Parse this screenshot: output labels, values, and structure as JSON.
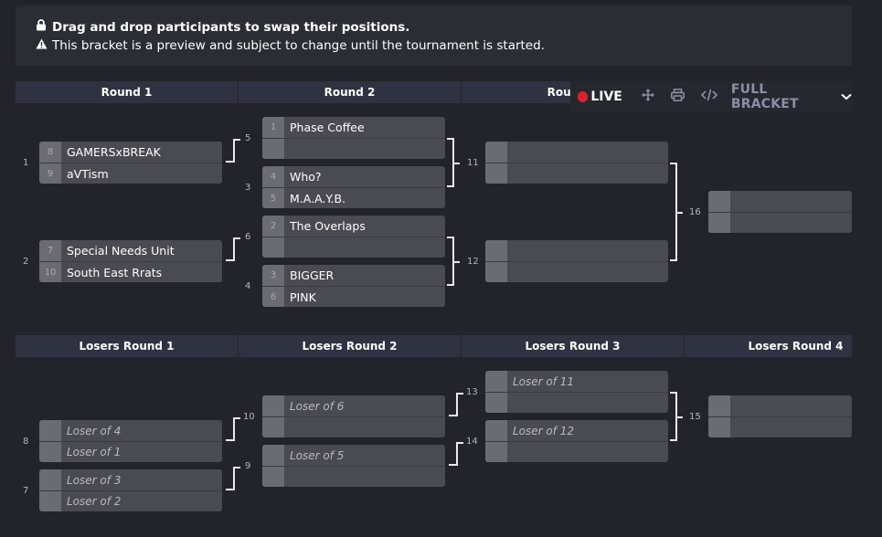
{
  "notice": {
    "line1": "Drag and drop participants to swap their positions.",
    "line2": "This bracket is a preview and subject to change until the tournament is started."
  },
  "headers": {
    "winners": [
      "Round 1",
      "Round 2",
      "Round 3"
    ],
    "losers": [
      "Losers Round 1",
      "Losers Round 2",
      "Losers Round 3",
      "Losers Round 4"
    ]
  },
  "toolbar": {
    "live": "LIVE",
    "full_bracket": "FULL BRACKET"
  },
  "matches": {
    "m1": {
      "num": "1",
      "slots": [
        {
          "seed": "8",
          "name": "GAMERSxBREAK"
        },
        {
          "seed": "9",
          "name": "aVTism"
        }
      ]
    },
    "m2": {
      "num": "2",
      "slots": [
        {
          "seed": "7",
          "name": "Special Needs Unit"
        },
        {
          "seed": "10",
          "name": "South East Rrats"
        }
      ]
    },
    "m5": {
      "num": "5",
      "slots": [
        {
          "seed": "1",
          "name": "Phase Coffee"
        },
        {
          "seed": "",
          "name": ""
        }
      ]
    },
    "m3": {
      "num": "3",
      "slots": [
        {
          "seed": "4",
          "name": "Who?"
        },
        {
          "seed": "5",
          "name": "M.A.A.Y.B."
        }
      ]
    },
    "m6": {
      "num": "6",
      "slots": [
        {
          "seed": "2",
          "name": "The Overlaps"
        },
        {
          "seed": "",
          "name": ""
        }
      ]
    },
    "m4": {
      "num": "4",
      "slots": [
        {
          "seed": "3",
          "name": "BIGGER"
        },
        {
          "seed": "6",
          "name": "PINK"
        }
      ]
    },
    "m11": {
      "num": "11"
    },
    "m12": {
      "num": "12"
    },
    "m16": {
      "num": "16"
    },
    "m8": {
      "num": "8",
      "slots": [
        {
          "name": "Loser of 4"
        },
        {
          "name": "Loser of 1"
        }
      ]
    },
    "m7": {
      "num": "7",
      "slots": [
        {
          "name": "Loser of 3"
        },
        {
          "name": "Loser of 2"
        }
      ]
    },
    "m10": {
      "num": "10",
      "slots": [
        {
          "name": "Loser of 6"
        },
        {
          "name": ""
        }
      ]
    },
    "m9": {
      "num": "9",
      "slots": [
        {
          "name": "Loser of 5"
        },
        {
          "name": ""
        }
      ]
    },
    "m13": {
      "num": "13",
      "slots": [
        {
          "name": "Loser of 11"
        },
        {
          "name": ""
        }
      ]
    },
    "m14": {
      "num": "14",
      "slots": [
        {
          "name": "Loser of 12"
        },
        {
          "name": ""
        }
      ]
    },
    "m15": {
      "num": "15"
    }
  }
}
